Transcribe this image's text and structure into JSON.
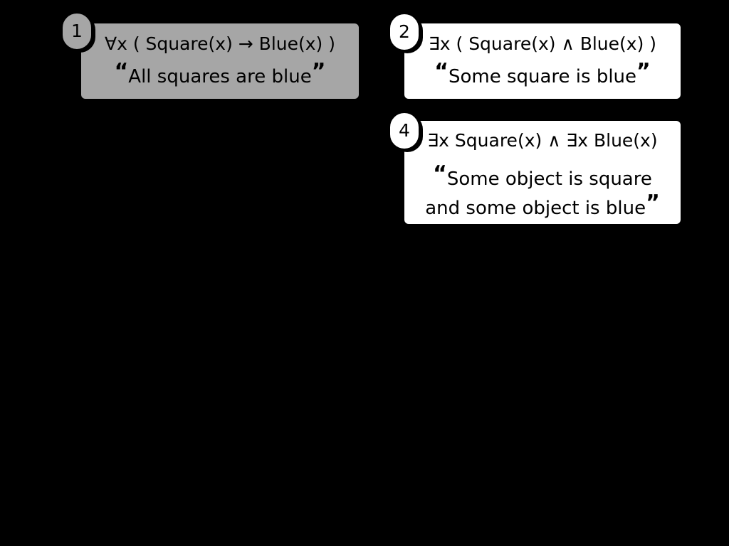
{
  "cards": [
    {
      "number": "1",
      "formula": "∀x ( Square(x) → Blue(x) )",
      "open_quote": "“",
      "text": "All squares are blue",
      "close_quote": "”",
      "background": "#a6a6a6"
    },
    {
      "number": "2",
      "formula": "∃x ( Square(x) ∧ Blue(x) )",
      "open_quote": "“",
      "text": "Some square is blue",
      "close_quote": "”",
      "background": "#ffffff"
    },
    {
      "number": "4",
      "formula": "∃x Square(x) ∧ ∃x Blue(x)",
      "open_quote": "“",
      "text_line1": "Some object is square",
      "text_line2": "and some object is blue",
      "close_quote": "”",
      "background": "#ffffff"
    }
  ],
  "colors": {
    "background": "#000000",
    "card_gray": "#a6a6a6",
    "card_white": "#ffffff",
    "text": "#000000"
  }
}
